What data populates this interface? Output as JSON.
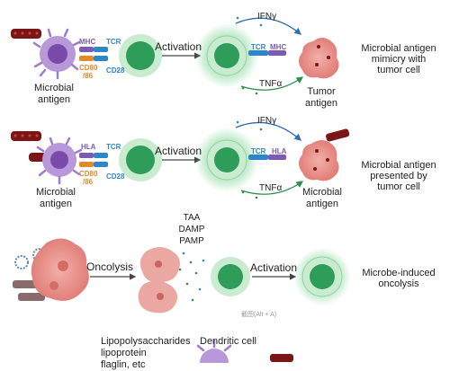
{
  "row1": {
    "left_label_line1": "Microbial",
    "left_label_line2": "antigen",
    "mhc": "MHC",
    "tcr": "TCR",
    "cd80": "CD80",
    "cd86": "/86",
    "cd28": "CD28",
    "activation": "Activation",
    "ifn": "IFNγ",
    "tnf": "TNFα",
    "tcr_right": "TCR",
    "mhc_right": "MHC",
    "tumor_line1": "Tumor",
    "tumor_line2": "antigen",
    "desc_line1": "Microbial antigen",
    "desc_line2": "mimicry with",
    "desc_line3": "tumor cell"
  },
  "row2": {
    "left_label_line1": "Microbial",
    "left_label_line2": "antigen",
    "hla": "HLA",
    "tcr": "TCR",
    "cd80": "CD80",
    "cd86": "/86",
    "cd28": "CD28",
    "activation": "Activation",
    "ifn": "IFNγ",
    "tnf": "TNFα",
    "tcr_right": "TCR",
    "hla_right": "HLA",
    "tumor_line1": "Microbial",
    "tumor_line2": "antigen",
    "desc_line1": "Microbial antigen",
    "desc_line2": "presented by",
    "desc_line3": "tumor cell"
  },
  "row3": {
    "oncolysis": "Oncolysis",
    "taa": "TAA",
    "damp": "DAMP",
    "pamp": "PAMP",
    "activation": "Activation",
    "desc_line1": "Microbe-induced",
    "desc_line2": "oncolysis",
    "watermark": "截图(Alt + A)"
  },
  "row4": {
    "lps": "Lipopolysaccharides",
    "lipoprotein": "lipoprotein",
    "flagellin": "flaglin, etc",
    "dendritic": "Dendritic cell"
  },
  "colors": {
    "tcell_dark": "#2e9d5a",
    "tcell_light": "#c9ecd0",
    "apc": "#8a5bb8",
    "tumor": "#e58a86",
    "microbe": "#7b1616",
    "tcr_blue": "#2f86c5",
    "mhc_purple": "#7a5bb0",
    "cd80_orange": "#e08a2c"
  }
}
